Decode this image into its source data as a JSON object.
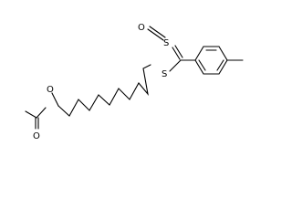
{
  "molecule": {
    "atoms": {
      "ester_o": "O",
      "carbonyl_o": "O",
      "thioether_s": "S",
      "sulfine_s": "S",
      "sulfine_o": "O"
    }
  }
}
